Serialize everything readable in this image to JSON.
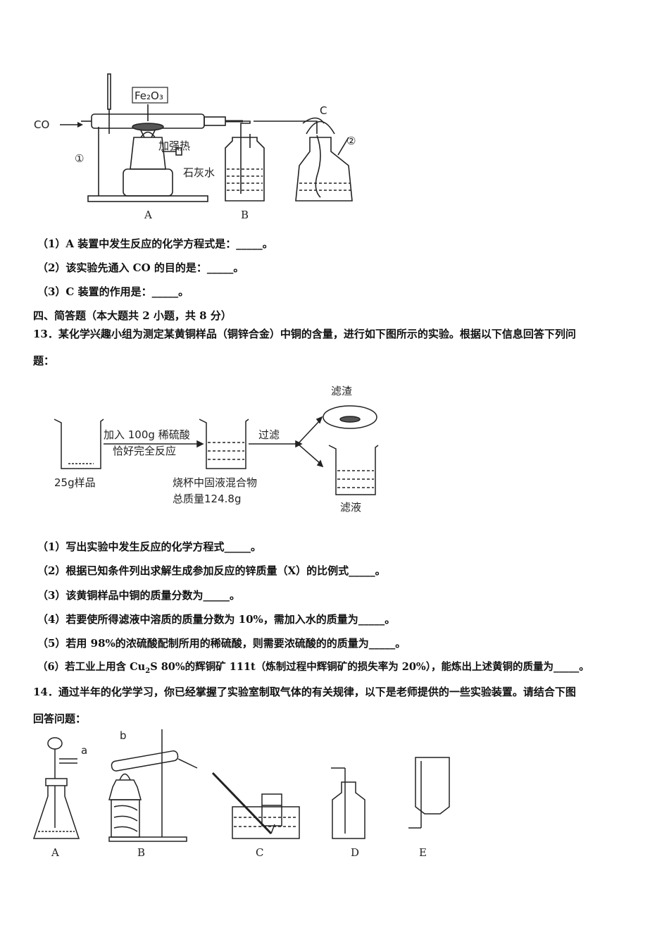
{
  "fig_a": {
    "co_label": "CO",
    "fe2o3_label": "Fe₂O₃",
    "heat_label": "加强热",
    "circle1": "①",
    "circle2": "②",
    "limewater_label": "石灰水",
    "c_label": "C",
    "a_label": "A",
    "b_label": "B"
  },
  "q12": {
    "p1": "（1）A 装置中发生反应的化学方程式是：_____。",
    "p2": "（2）该实验先通入 CO 的目的是：_____。",
    "p3": "（3）C 装置的作用是：_____。"
  },
  "section4": "四、简答题（本大题共 2 小题，共 8 分）",
  "q13": {
    "stem1": "13．某化学兴趣小组为测定某黄铜样品（铜锌合金）中铜的含量，进行如下图所示的实验。根据以下信息回答下列问",
    "stem2": "题：",
    "fig": {
      "residue": "滤渣",
      "add_acid": "加入 100g 稀硫酸",
      "react": "恰好完全反应",
      "filter": "过滤",
      "sample": "25g样品",
      "mix1": "烧杯中固液混合物",
      "mix2": "总质量124.8g",
      "filtrate": "滤液"
    },
    "p1": "（1）写出实验中发生反应的化学方程式_____。",
    "p2": "（2）根据已知条件列出求解生成参加反应的锌质量（X）的比例式_____。",
    "p3": "（3）该黄铜样品中铜的质量分数为_____。",
    "p4": "（4）若要使所得滤液中溶质的质量分数为 10%，需加入水的质量为_____。",
    "p5": "（5）若用 98%的浓硫酸配制所用的稀硫酸，则需要浓硫酸的的质量为_____。",
    "p6_a": "（6）若工业上用含 Cu",
    "p6_sub": "2",
    "p6_b": "S 80%的辉铜矿 111t（炼制过程中辉铜矿的损失率为 20%），能炼出上述黄铜的质量为_____。"
  },
  "q14": {
    "stem1": "14．通过半年的化学学习，你已经掌握了实验室制取气体的有关规律，以下是老师提供的一些实验装置。请结合下图",
    "stem2": "回答问题：",
    "fig": {
      "a_small": "a",
      "b_small": "b",
      "A": "A",
      "B": "B",
      "C": "C",
      "D": "D",
      "E": "E"
    }
  }
}
